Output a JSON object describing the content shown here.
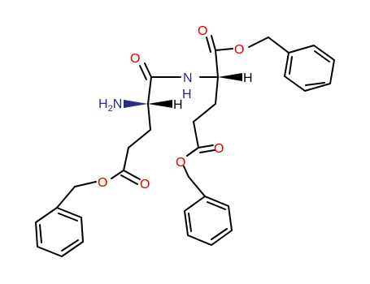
{
  "colors": {
    "bond": "#000000",
    "oxygen": "#e00000",
    "nitrogen": "#2a2a8c",
    "hydrogen": "#000000"
  },
  "atoms": {
    "o_amide": "O",
    "n_amide": "N",
    "h_amide": "H",
    "o_ester_top_carbonyl": "O",
    "o_ester_top": "O",
    "h_top_stereo": "H",
    "amine_h": "H",
    "amine_sub": "2",
    "amine_n": "N",
    "h_left_stereo": "H",
    "o_ester_right_carbonyl": "O",
    "o_ester_right": "O",
    "o_ester_left": "O",
    "o_ester_left_carbonyl": "O"
  }
}
